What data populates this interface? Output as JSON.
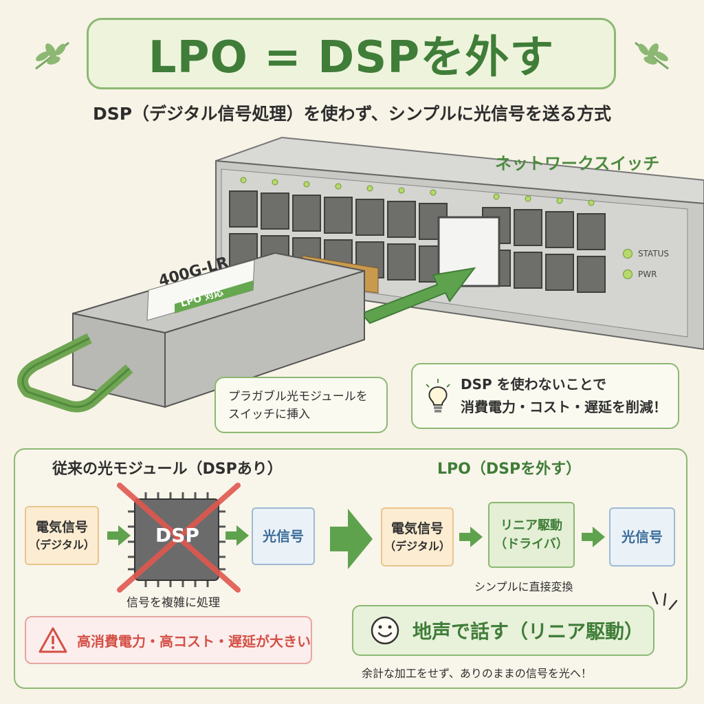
{
  "header": {
    "title": "LPO = DSPを外す",
    "subtitle": "DSP（デジタル信号処理）を使わず、シンプルに光信号を送る方式"
  },
  "switch": {
    "label": "ネットワークスイッチ",
    "status_label": "STATUS",
    "pwr_label": "PWR"
  },
  "module": {
    "model": "400G-LR",
    "badge": "LPO 対応"
  },
  "callouts": {
    "insert_line1": "プラガブル光モジュールを",
    "insert_line2": "スイッチに挿入",
    "dsp_line1": "DSP を使わないことで",
    "dsp_line2": "消費電力・コスト・遅延を削減！"
  },
  "conventional": {
    "heading": "従来の光モジュール（DSPあり）",
    "input_line1": "電気信号",
    "input_line2": "（デジタル）",
    "chip_label": "DSP",
    "chip_caption": "信号を複雑に処理",
    "output": "光信号",
    "warning": "高消費電力・高コスト・遅延が大きい"
  },
  "lpo": {
    "heading": "LPO（DSPを外す）",
    "input_line1": "電気信号",
    "input_line2": "（デジタル）",
    "driver_line1": "リニア駆動",
    "driver_line2": "（ドライバ）",
    "output": "光信号",
    "caption": "シンプルに直接変換",
    "voice": "地声で話す（リニア駆動）",
    "note": "余計な加工をせず、ありのままの信号を光へ！"
  },
  "colors": {
    "accent_green": "#4f9a43",
    "warning_red": "#d44f45",
    "optical_blue": "#3b6d9a"
  }
}
